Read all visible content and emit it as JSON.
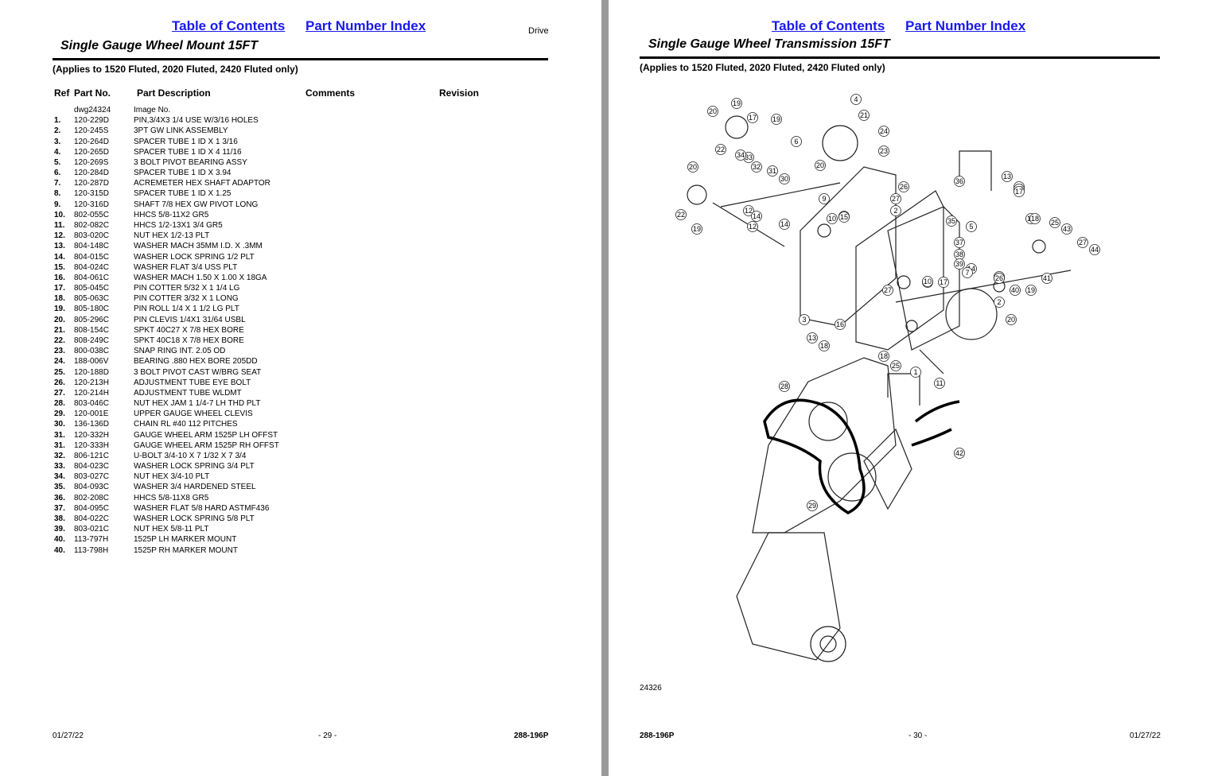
{
  "left": {
    "nav_toc": "Table of Contents",
    "nav_index": "Part Number Index",
    "section": "Drive",
    "title": "Single Gauge Wheel Mount 15FT",
    "applies": "(Applies to 1520 Fluted, 2020 Fluted, 2420 Fluted only)",
    "headers": {
      "ref": "Ref",
      "part_no": "Part No.",
      "desc": "Part Description",
      "comments": "Comments",
      "revision": "Revision"
    },
    "rows": [
      {
        "ref": "",
        "pn": "dwg24324",
        "desc": "Image No."
      },
      {
        "ref": "1.",
        "pn": "120-229D",
        "desc": "PIN,3/4X3 1/4 USE W/3/16 HOLES"
      },
      {
        "ref": "2.",
        "pn": "120-245S",
        "desc": "3PT GW LINK ASSEMBLY"
      },
      {
        "ref": "3.",
        "pn": "120-264D",
        "desc": "SPACER TUBE 1 ID X 1 3/16"
      },
      {
        "ref": "4.",
        "pn": "120-265D",
        "desc": "SPACER TUBE 1 ID X 4 11/16"
      },
      {
        "ref": "5.",
        "pn": "120-269S",
        "desc": "3 BOLT PIVOT BEARING ASSY"
      },
      {
        "ref": "6.",
        "pn": "120-284D",
        "desc": "SPACER TUBE 1 ID X 3.94"
      },
      {
        "ref": "7.",
        "pn": "120-287D",
        "desc": "ACREMETER HEX SHAFT ADAPTOR"
      },
      {
        "ref": "8.",
        "pn": "120-315D",
        "desc": "SPACER TUBE 1 ID X 1.25"
      },
      {
        "ref": "9.",
        "pn": "120-316D",
        "desc": "SHAFT 7/8 HEX GW PIVOT LONG"
      },
      {
        "ref": "10.",
        "pn": "802-055C",
        "desc": "HHCS 5/8-11X2 GR5"
      },
      {
        "ref": "11.",
        "pn": "802-082C",
        "desc": "HHCS 1/2-13X1 3/4 GR5"
      },
      {
        "ref": "12.",
        "pn": "803-020C",
        "desc": "NUT HEX 1/2-13 PLT"
      },
      {
        "ref": "13.",
        "pn": "804-148C",
        "desc": "WASHER MACH 35MM I.D. X .3MM"
      },
      {
        "ref": "14.",
        "pn": "804-015C",
        "desc": "WASHER LOCK SPRING 1/2 PLT"
      },
      {
        "ref": "15.",
        "pn": "804-024C",
        "desc": "WASHER FLAT 3/4 USS PLT"
      },
      {
        "ref": "16.",
        "pn": "804-061C",
        "desc": "WASHER MACH 1.50 X 1.00 X 18GA"
      },
      {
        "ref": "17.",
        "pn": "805-045C",
        "desc": "PIN COTTER 5/32 X 1 1/4 LG"
      },
      {
        "ref": "18.",
        "pn": "805-063C",
        "desc": "PIN COTTER 3/32 X 1 LONG"
      },
      {
        "ref": "19.",
        "pn": "805-180C",
        "desc": "PIN ROLL 1/4 X 1 1/2 LG PLT"
      },
      {
        "ref": "20.",
        "pn": "805-296C",
        "desc": "PIN CLEVIS 1/4X1 31/64 USBL"
      },
      {
        "ref": "21.",
        "pn": "808-154C",
        "desc": "SPKT 40C27 X 7/8 HEX BORE"
      },
      {
        "ref": "22.",
        "pn": "808-249C",
        "desc": "SPKT 40C18 X 7/8 HEX BORE"
      },
      {
        "ref": "23.",
        "pn": "800-038C",
        "desc": "SNAP RING INT. 2.05 OD"
      },
      {
        "ref": "24.",
        "pn": "188-006V",
        "desc": "BEARING .880 HEX BORE 205DD"
      },
      {
        "ref": "25.",
        "pn": "120-188D",
        "desc": "3 BOLT PIVOT CAST W/BRG SEAT"
      },
      {
        "ref": "26.",
        "pn": "120-213H",
        "desc": "ADJUSTMENT TUBE EYE BOLT"
      },
      {
        "ref": "27.",
        "pn": "120-214H",
        "desc": "ADJUSTMENT TUBE WLDMT"
      },
      {
        "ref": "28.",
        "pn": "803-046C",
        "desc": "NUT HEX JAM 1 1/4-7 LH THD PLT"
      },
      {
        "ref": "29.",
        "pn": "120-001E",
        "desc": "UPPER GAUGE WHEEL CLEVIS"
      },
      {
        "ref": "30.",
        "pn": "136-136D",
        "desc": "CHAIN RL #40 112 PITCHES"
      },
      {
        "ref": "31.",
        "pn": "120-332H",
        "desc": "GAUGE WHEEL ARM 1525P LH OFFST"
      },
      {
        "ref": "31.",
        "pn": "120-333H",
        "desc": "GAUGE WHEEL ARM 1525P RH OFFST"
      },
      {
        "ref": "32.",
        "pn": "806-121C",
        "desc": "U-BOLT 3/4-10 X 7 1/32 X 7 3/4"
      },
      {
        "ref": "33.",
        "pn": "804-023C",
        "desc": "WASHER LOCK SPRING 3/4 PLT"
      },
      {
        "ref": "34.",
        "pn": "803-027C",
        "desc": "NUT HEX 3/4-10 PLT"
      },
      {
        "ref": "35.",
        "pn": "804-093C",
        "desc": "WASHER 3/4 HARDENED STEEL"
      },
      {
        "ref": "36.",
        "pn": "802-208C",
        "desc": "HHCS 5/8-11X8 GR5"
      },
      {
        "ref": "37.",
        "pn": "804-095C",
        "desc": "WASHER FLAT 5/8 HARD ASTMF436"
      },
      {
        "ref": "38.",
        "pn": "804-022C",
        "desc": "WASHER LOCK SPRING 5/8 PLT"
      },
      {
        "ref": "39.",
        "pn": "803-021C",
        "desc": "NUT HEX 5/8-11 PLT"
      },
      {
        "ref": "40.",
        "pn": "113-797H",
        "desc": "1525P LH MARKER MOUNT"
      },
      {
        "ref": "40.",
        "pn": "113-798H",
        "desc": "1525P RH MARKER MOUNT"
      }
    ],
    "footer": {
      "date": "01/27/22",
      "page": "- 29 -",
      "doc": "288-196P"
    }
  },
  "right": {
    "nav_toc": "Table of Contents",
    "nav_index": "Part Number Index",
    "title": "Single Gauge Wheel Transmission 15FT",
    "applies": "(Applies to 1520 Fluted, 2020 Fluted, 2420 Fluted only)",
    "image_no": "24326",
    "footer": {
      "doc": "288-196P",
      "page": "- 30 -",
      "date": "01/27/22"
    }
  },
  "callout_labels": [
    "19",
    "4",
    "20",
    "17",
    "19",
    "21",
    "24",
    "22",
    "6",
    "23",
    "33",
    "32",
    "20",
    "34",
    "31",
    "30",
    "20",
    "12",
    "14",
    "26",
    "27",
    "36",
    "13",
    "16",
    "15",
    "17",
    "9",
    "11",
    "10",
    "22",
    "2",
    "12",
    "19",
    "14",
    "15",
    "35",
    "18",
    "5",
    "26",
    "18",
    "25",
    "43",
    "36",
    "27",
    "37",
    "44",
    "38",
    "10",
    "26",
    "41",
    "39",
    "14",
    "27",
    "19",
    "10",
    "17",
    "7",
    "40",
    "2",
    "3",
    "16",
    "13",
    "20",
    "18",
    "18",
    "25",
    "1",
    "11",
    "28",
    "42",
    "29"
  ],
  "colors": {
    "link": "#1a1aee",
    "text": "#000000",
    "gutter": "#9a9a9a"
  }
}
